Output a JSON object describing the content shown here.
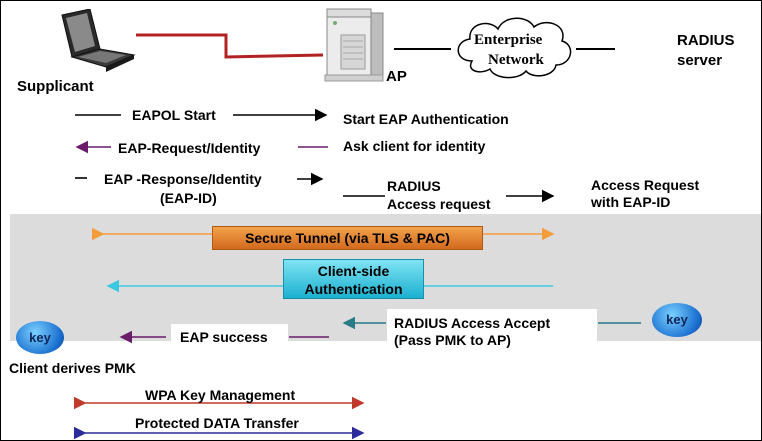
{
  "nodes": {
    "supplicant": "Supplicant",
    "ap": "AP",
    "enterprise_network": [
      "Enterprise",
      "Network"
    ],
    "radius_server": [
      "RADIUS",
      "server"
    ]
  },
  "steps": {
    "eapol_start": "EAPOL Start",
    "start_eap_auth": "Start EAP Authentication",
    "eap_request_identity": "EAP-Request/Identity",
    "ask_client_identity": "Ask client for identity",
    "eap_response_identity": [
      "EAP -Response/Identity",
      "(EAP-ID)"
    ],
    "radius_access_request": [
      "RADIUS",
      "Access request"
    ],
    "access_request_eap_id": [
      "Access Request",
      "with EAP-ID"
    ],
    "secure_tunnel": "Secure Tunnel (via TLS &   PAC)",
    "client_side_auth": [
      "Client-side",
      "Authentication"
    ],
    "eap_success": "EAP success",
    "radius_access_accept": [
      "RADIUS Access Accept",
      "(Pass PMK to AP)"
    ],
    "key_left": "key",
    "key_right": "key",
    "client_derives_pmk": "Client derives PMK",
    "wpa_key_mgmt": "WPA Key Management",
    "protected_data": "Protected DATA Transfer"
  },
  "colors": {
    "black_arrow": "#000000",
    "purple_arrow": "#6a1b6a",
    "orange_arrow": "#f39c3c",
    "cyan_arrow": "#3cc8e0",
    "teal_arrow": "#2a7a8a",
    "red_arrow": "#c0392b",
    "navy_arrow": "#2c2c9a",
    "link_red": "#b22222",
    "band_gray": "#dcdcdc"
  }
}
